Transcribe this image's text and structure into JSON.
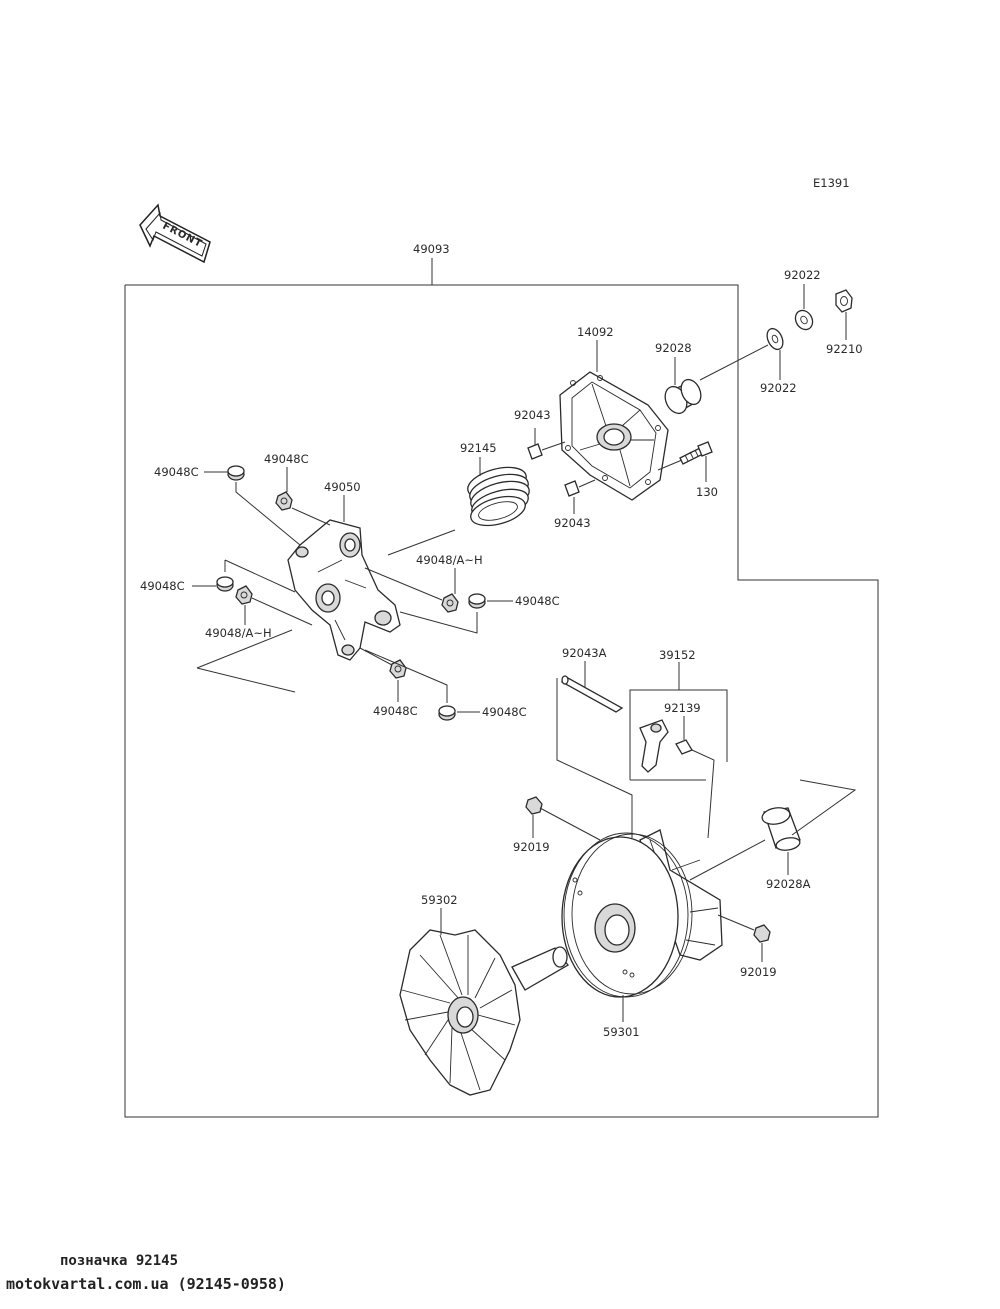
{
  "diagram_code": "E1391",
  "front_label": "FRONT",
  "labels": {
    "p49093": "49093",
    "p92022a": "92022",
    "p92210": "92210",
    "p92022b": "92022",
    "p14092": "14092",
    "p92028": "92028",
    "p92043a": "92043",
    "p92145": "92145",
    "p130": "130",
    "p92043b": "92043",
    "p49048c_1": "49048C",
    "p49048c_2": "49048C",
    "p49050": "49050",
    "p49048ah_1": "49048/A~H",
    "p49048c_3": "49048C",
    "p49048c_4": "49048C",
    "p49048ah_2": "49048/A~H",
    "p49048c_5": "49048C",
    "p49048c_6": "49048C",
    "p92043A": "92043A",
    "p39152": "39152",
    "p92139": "92139",
    "p92019a": "92019",
    "p92028A": "92028A",
    "p59302": "59302",
    "p92019b": "92019",
    "p59301": "59301"
  },
  "footer": {
    "line1": "позначка 92145",
    "line2": "motokvartal.com.ua (92145-0958)"
  }
}
